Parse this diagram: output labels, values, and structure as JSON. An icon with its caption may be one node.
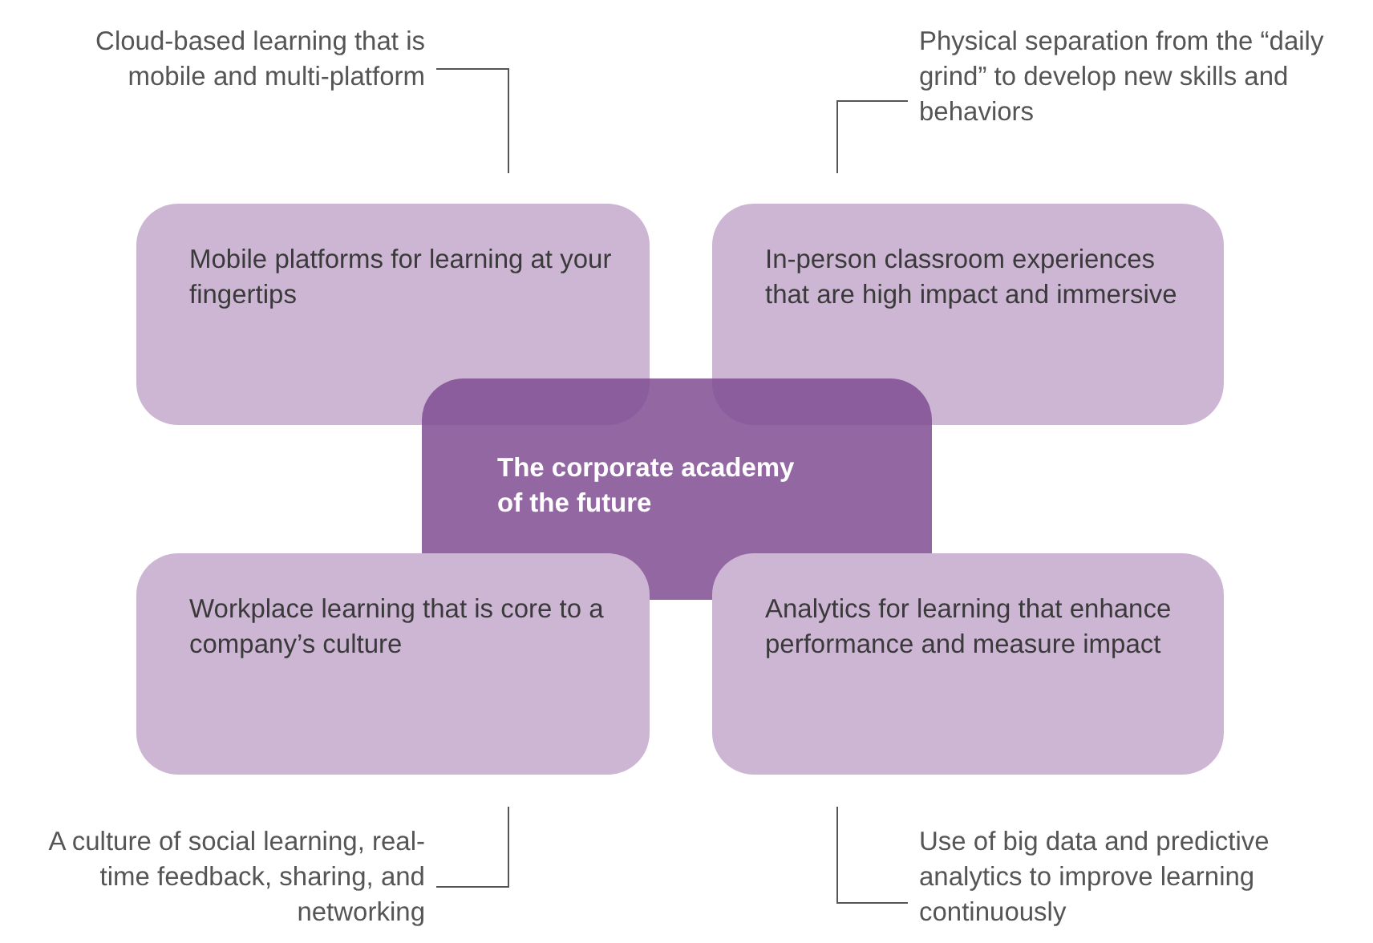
{
  "diagram": {
    "nodes": [
      {
        "text": [
          "Cloud-based learning that is mobile and multi-platform"
        ]
      },
      {
        "text": [
          "Physical separation from the “daily grind” to develop new skills and behaviors"
        ]
      },
      {
        "text": [
          "Mobile platforms for learning at your fingertips"
        ]
      },
      {
        "text": [
          "In-person classroom experiences that are high impact and immersive"
        ]
      },
      {
        "text": [
          "The corporate academy of the future"
        ]
      },
      {
        "text": [
          "Workplace learning that is core to a company’s culture"
        ]
      },
      {
        "text": [
          "Analytics for learning that enhance performance and measure impact"
        ]
      },
      {
        "text": [
          "A culture of social learning, real-time feedback, sharing, and networking"
        ]
      },
      {
        "text": [
          "Use of big data and predictive analytics to improve learning continuously"
        ]
      }
    ],
    "edges": [
      {
        "from": 0,
        "to": 2,
        "arrow": "none"
      },
      {
        "from": 1,
        "to": 3,
        "arrow": "none"
      },
      {
        "from": 7,
        "to": 5,
        "arrow": "none"
      },
      {
        "from": 8,
        "to": 6,
        "arrow": "none"
      }
    ]
  }
}
